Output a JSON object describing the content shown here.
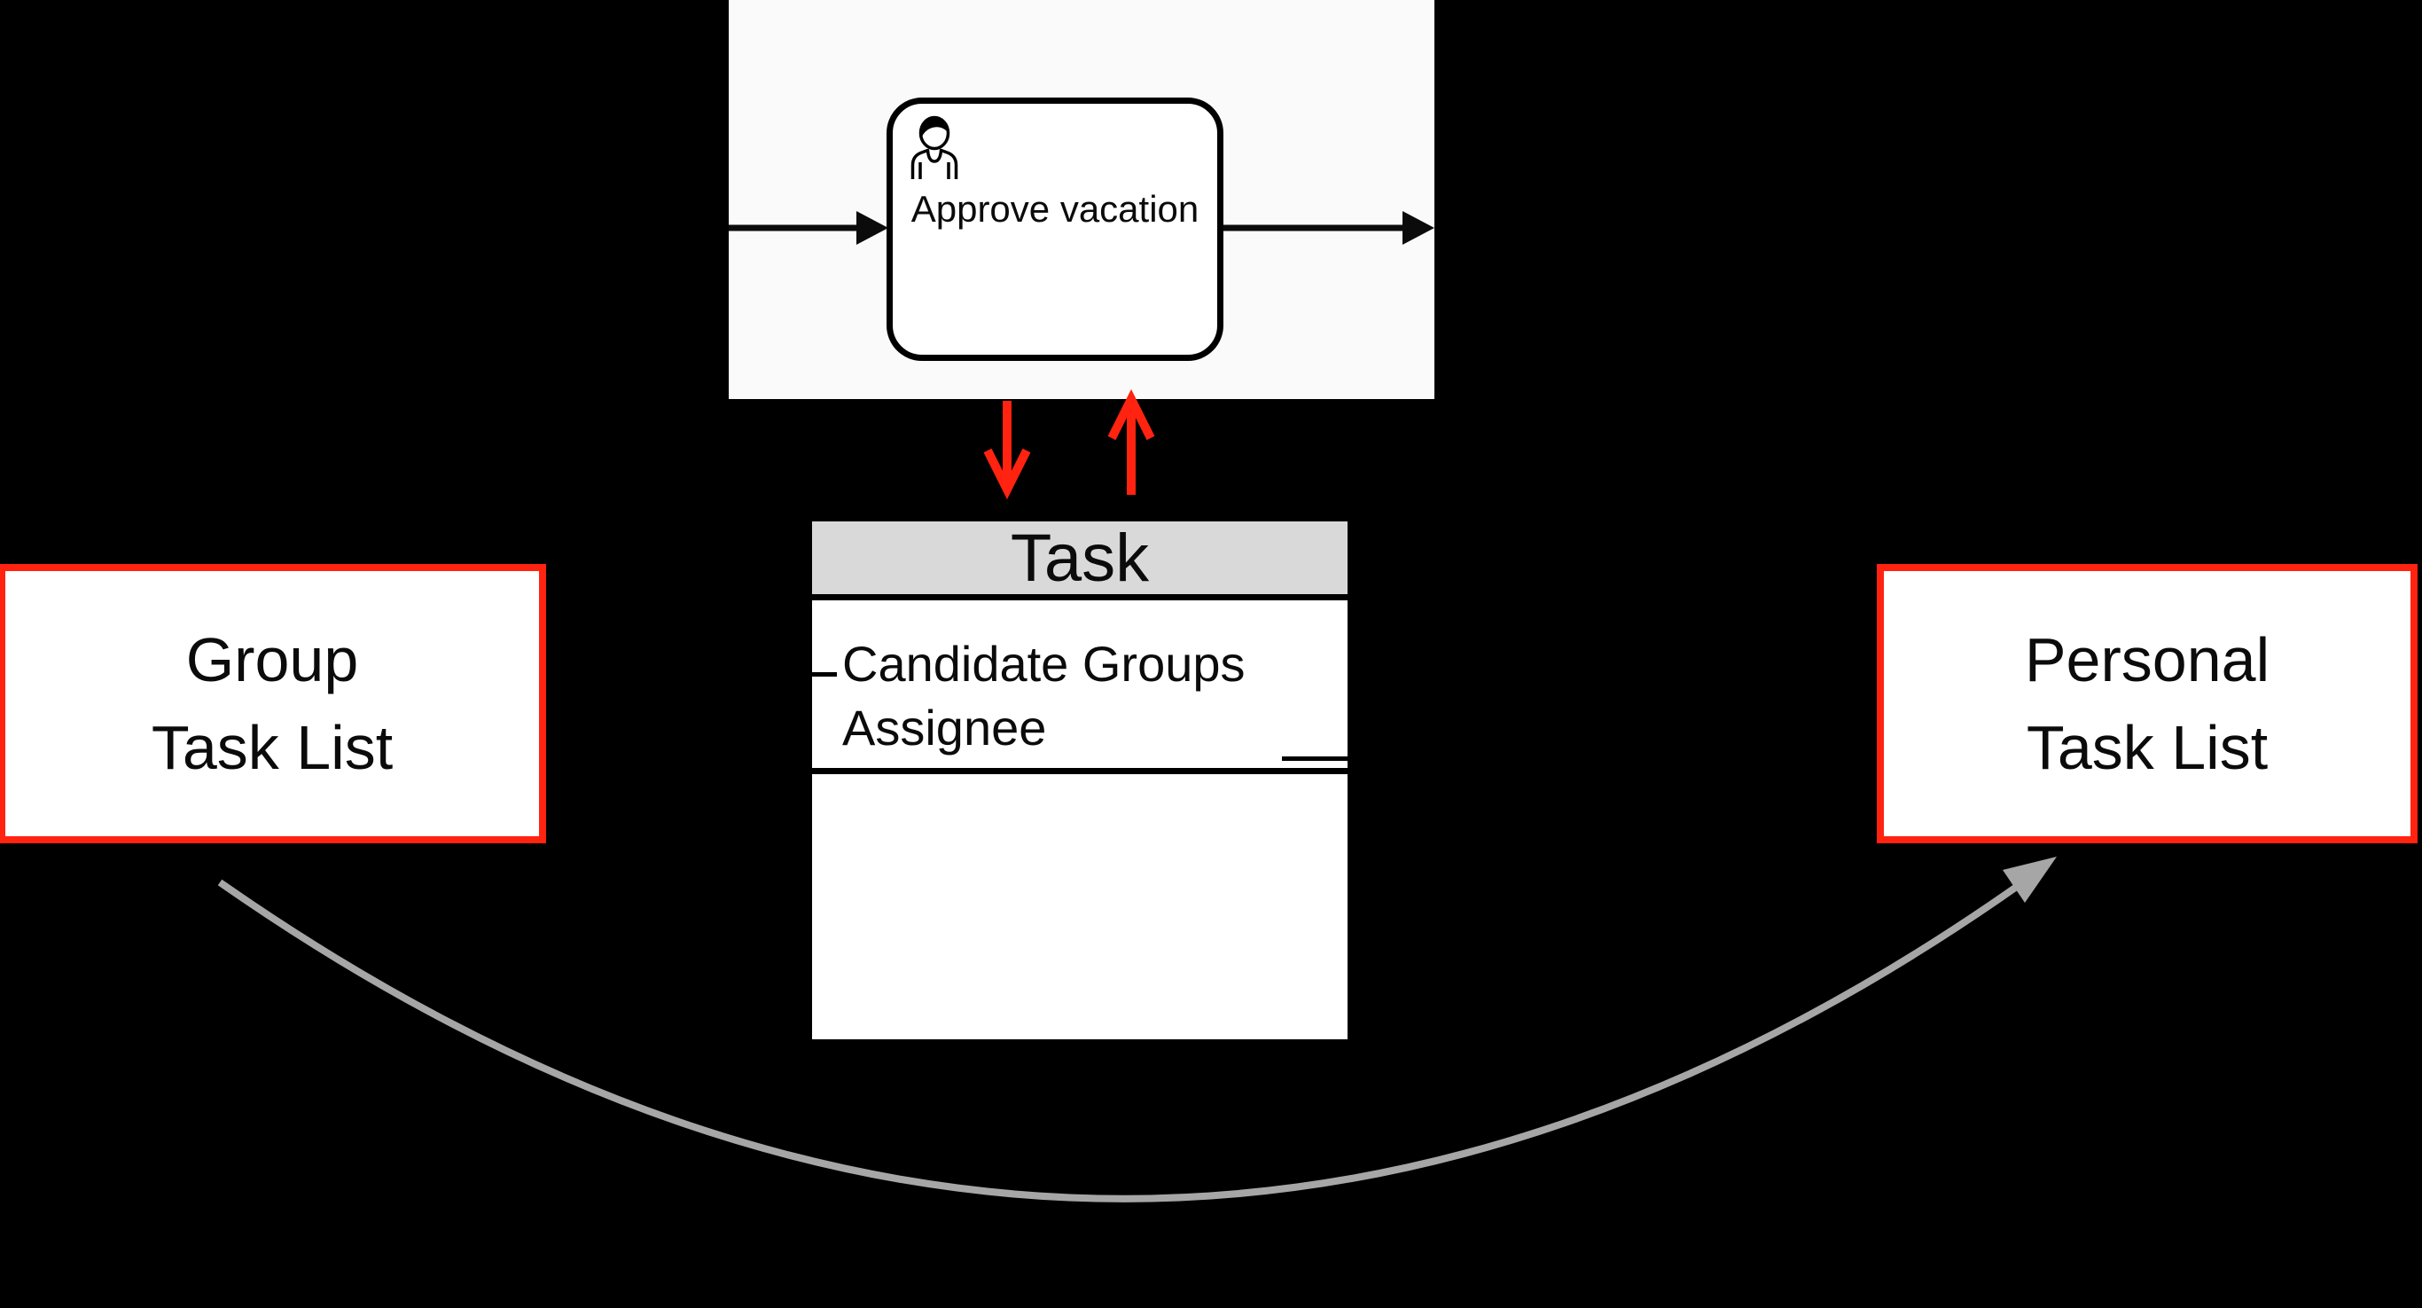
{
  "colors": {
    "background": "#000000",
    "ink": "#0b0b0b",
    "accent_red": "#ff2310",
    "arrow_gray": "#a6a6a6",
    "entity_header_bg": "#d9d9d9",
    "panel_bg": "#fafafa"
  },
  "bpmn_panel": {
    "task": {
      "label": "Approve vacation",
      "icon": "user-icon"
    }
  },
  "entity_box": {
    "title": "Task",
    "fields": [
      {
        "label": "Candidate Groups"
      },
      {
        "label": "Assignee"
      }
    ]
  },
  "group_task_list_box": {
    "label": "Group\nTask List"
  },
  "personal_task_list_box": {
    "label": "Personal\nTask List"
  }
}
